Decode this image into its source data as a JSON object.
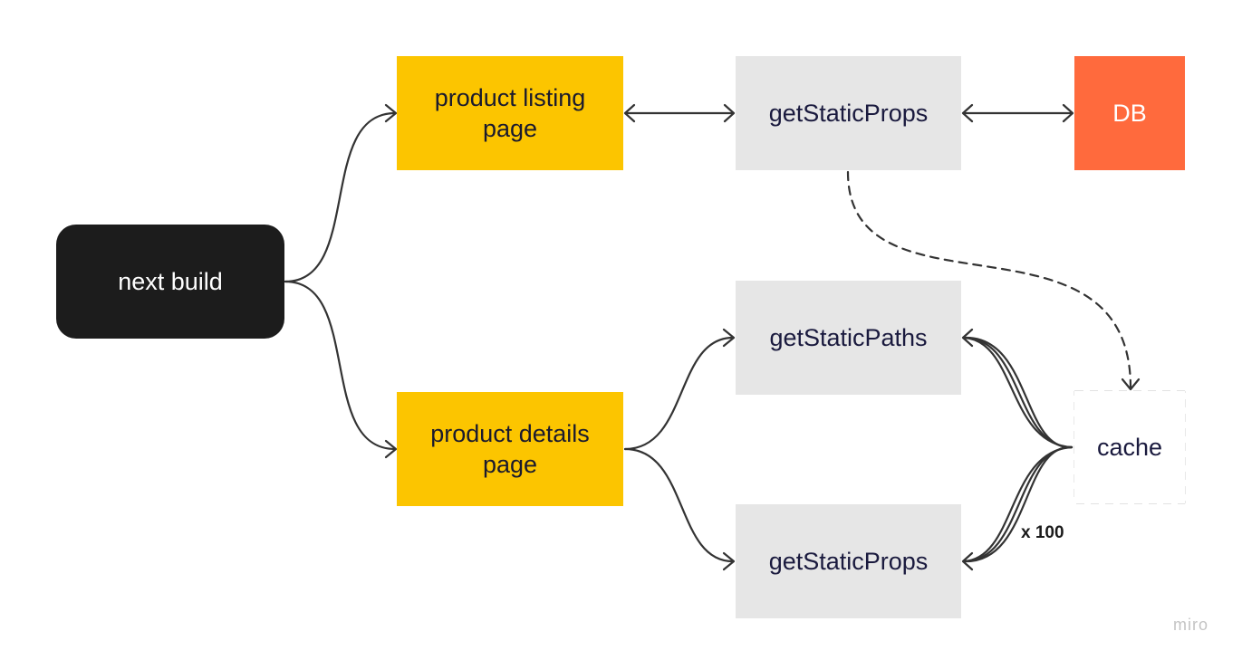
{
  "nodes": {
    "next_build": "next build",
    "product_listing_page": [
      "product listing",
      "page"
    ],
    "product_details_page": [
      "product details",
      "page"
    ],
    "get_static_props_top": "getStaticProps",
    "db": "DB",
    "get_static_paths": "getStaticPaths",
    "get_static_props_bottom": "getStaticProps",
    "cache": "cache"
  },
  "edge_labels": {
    "cache_multiplier": "x 100"
  },
  "watermark": "miro",
  "colors": {
    "build_node": "#1c1c1c",
    "page_node": "#fcc500",
    "function_node": "#e6e6e6",
    "db_node": "#ff6a3d",
    "edge": "#333333"
  }
}
